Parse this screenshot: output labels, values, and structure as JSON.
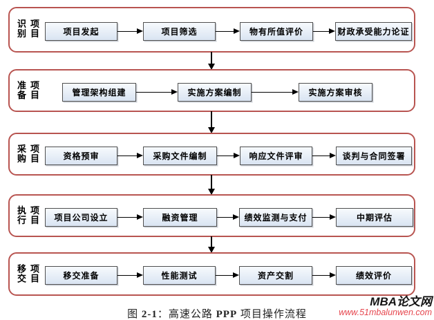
{
  "figure": {
    "caption": {
      "prefix": "图 ",
      "number": "2-1",
      "separator": "：",
      "text_before_ppp": "高速公路 ",
      "ppp": "PPP",
      "text_after_ppp": " 项目操作流程"
    }
  },
  "watermark": {
    "site_name": "MBA论文网",
    "site_url": "www.51mbalunwen.com"
  },
  "colors": {
    "stage_border": "#b85450",
    "box_border": "#4f4f4f",
    "box_fill_top": "#f7fafd",
    "box_fill_bottom": "#d9e4f2",
    "arrow": "#000000",
    "watermark_name": "#151515",
    "watermark_url": "#e6464e"
  },
  "stages": [
    {
      "label": "项目识别",
      "steps": [
        "项目发起",
        "项目筛选",
        "物有所值评价",
        "财政承受能力论证"
      ]
    },
    {
      "label": "项目准备",
      "steps": [
        "管理架构组建",
        "实施方案编制",
        "实施方案审核"
      ]
    },
    {
      "label": "项目采购",
      "steps": [
        "资格预审",
        "采购文件编制",
        "响应文件评审",
        "谈判与合同签署"
      ]
    },
    {
      "label": "项目执行",
      "steps": [
        "项目公司设立",
        "融资管理",
        "绩效监测与支付",
        "中期评估"
      ]
    },
    {
      "label": "项目移交",
      "steps": [
        "移交准备",
        "性能测试",
        "资产交割",
        "绩效评价"
      ]
    }
  ]
}
